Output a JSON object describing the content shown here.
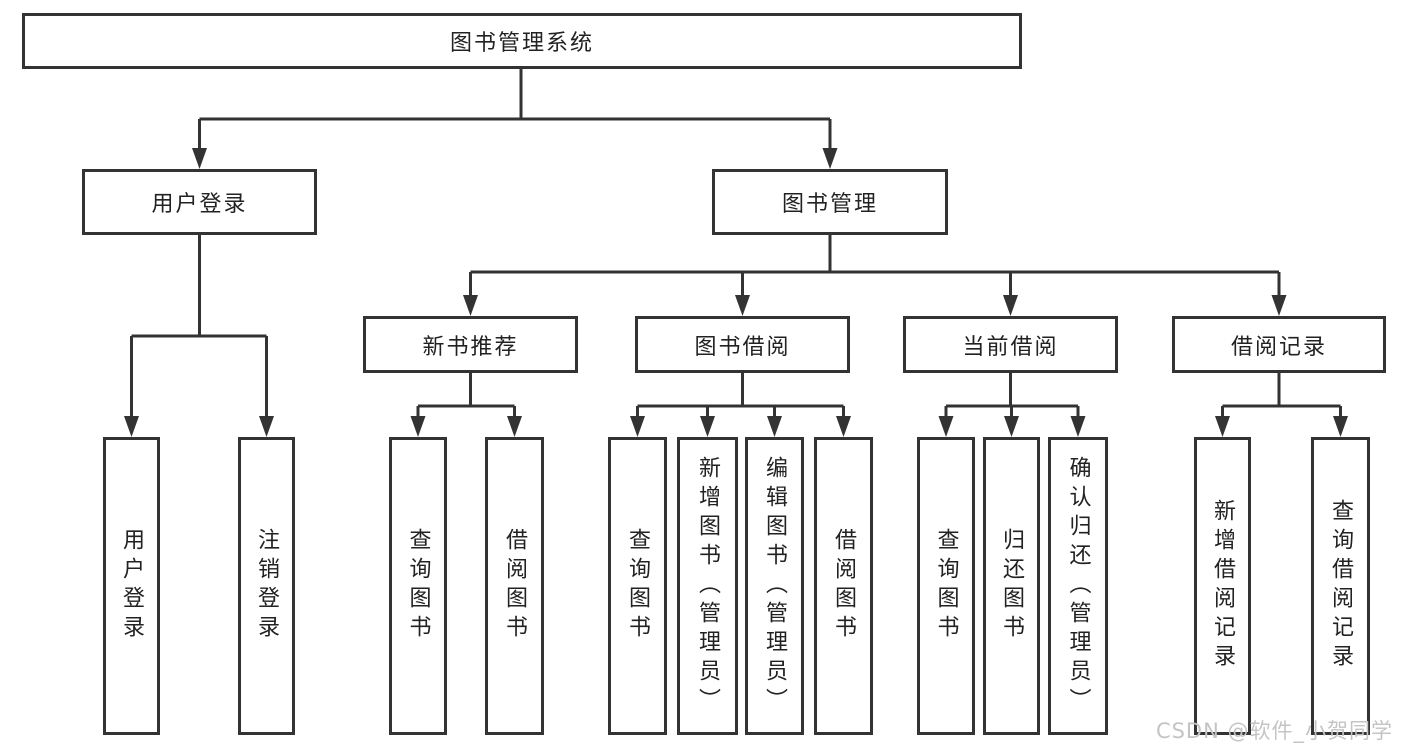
{
  "tree": {
    "root": {
      "label": "图书管理系统",
      "children": [
        {
          "label": "用户登录",
          "children": [
            {
              "label": "用户登录"
            },
            {
              "label": "注销登录"
            }
          ]
        },
        {
          "label": "图书管理",
          "children": [
            {
              "label": "新书推荐",
              "children": [
                {
                  "label": "查询图书"
                },
                {
                  "label": "借阅图书"
                }
              ]
            },
            {
              "label": "图书借阅",
              "children": [
                {
                  "label": "查询图书"
                },
                {
                  "label": "新增图书（管理员）"
                },
                {
                  "label": "编辑图书（管理员）"
                },
                {
                  "label": "借阅图书"
                }
              ]
            },
            {
              "label": "当前借阅",
              "children": [
                {
                  "label": "查询图书"
                },
                {
                  "label": "归还图书"
                },
                {
                  "label": "确认归还（管理员）"
                }
              ]
            },
            {
              "label": "借阅记录",
              "children": [
                {
                  "label": "新增借阅记录"
                },
                {
                  "label": "查询借阅记录"
                }
              ]
            }
          ]
        }
      ]
    }
  },
  "watermark": {
    "text": "CSDN @软件_小贺同学"
  },
  "colors": {
    "line": "#333333",
    "border": "#333333",
    "text": "#222222",
    "watermark": "#c4c4c4",
    "background": "#ffffff"
  }
}
